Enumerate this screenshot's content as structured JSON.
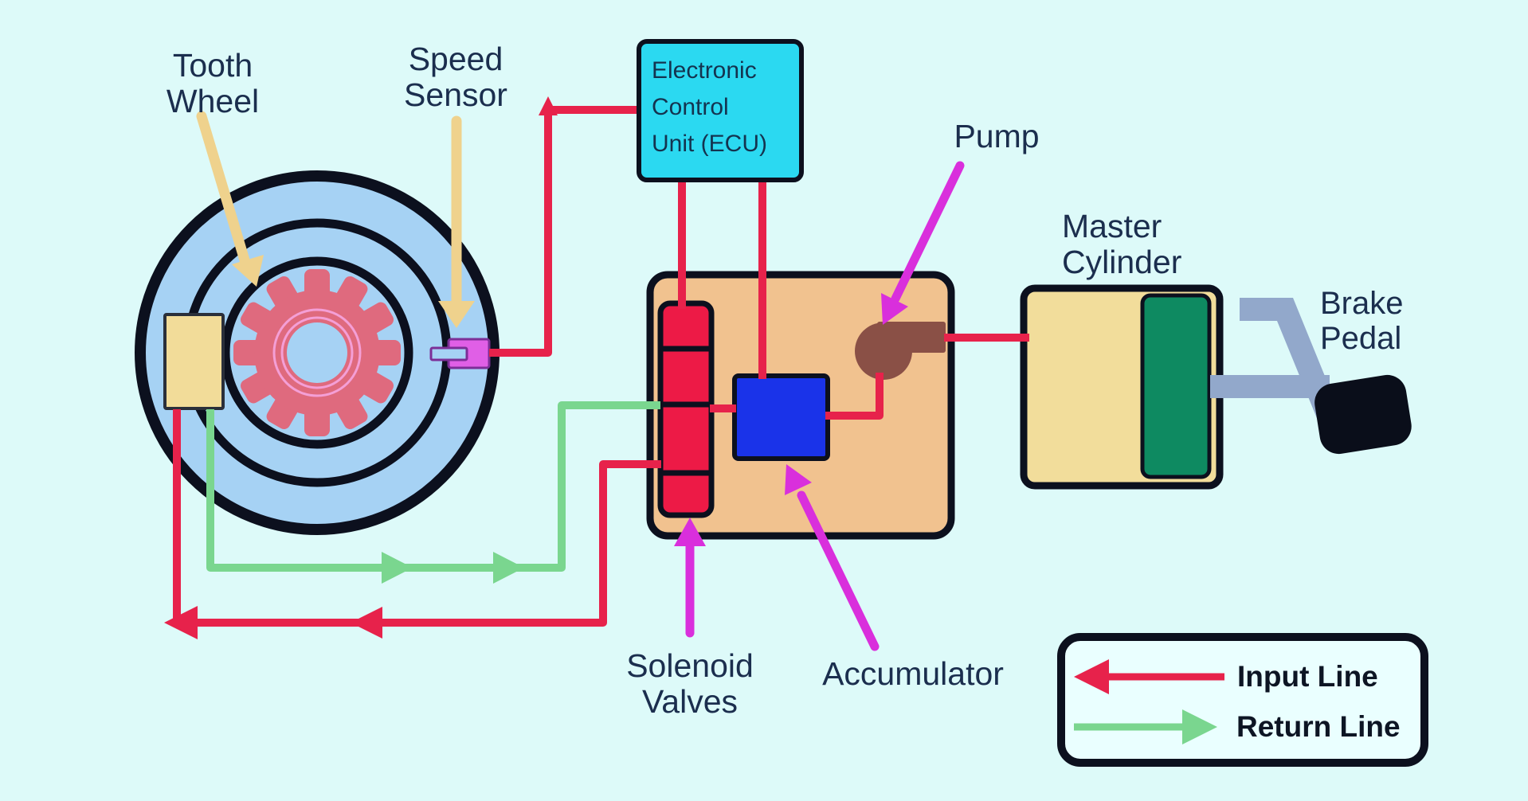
{
  "scene": {
    "background": "#DDFAF9",
    "description": "ABS anti-lock braking system schematic diagram"
  },
  "labels": {
    "tooth_wheel": {
      "line1": "Tooth",
      "line2": "Wheel"
    },
    "speed_sensor": {
      "line1": "Speed",
      "line2": "Sensor"
    },
    "ecu": {
      "line1": "Electronic",
      "line2": "Control",
      "line3": "Unit (ECU)"
    },
    "pump": "Pump",
    "master_cylinder": {
      "line1": "Master",
      "line2": "Cylinder"
    },
    "brake_pedal": {
      "line1": "Brake",
      "line2": "Pedal"
    },
    "solenoid_valves": {
      "line1": "Solenoid",
      "line2": "Valves"
    },
    "accumulator": "Accumulator"
  },
  "legend": {
    "items": [
      {
        "label": "Input Line",
        "color": "#E7224B",
        "direction": "left"
      },
      {
        "label": "Return Line",
        "color": "#7AD68F",
        "direction": "right"
      }
    ]
  },
  "colors": {
    "background": "#DDFAF9",
    "input_line_red": "#E7224B",
    "return_line_green": "#7AD68F",
    "pointer_tan": "#EFD28D",
    "pointer_magenta": "#D92FDC",
    "wheel_fill": "#A6D2F4",
    "outline_black": "#0C101E",
    "gear_rose": "#DF6A7E",
    "gear_ring_pink": "#F49FD6",
    "caliper_tan": "#F2DC99",
    "sensor_magenta": "#E05FE6",
    "sensor_border_purple": "#7C2F97",
    "ecu_cyan": "#2BD9F1",
    "hydraulic_unit_tan": "#F1C28F",
    "solenoid_red": "#ED1A46",
    "accumulator_blue": "#1A33E9",
    "pump_brown": "#8A5046",
    "master_cylinder_tan": "#F2DD9B",
    "master_cylinder_green": "#0E8A61",
    "pedal_steel_blue": "#92A8CB",
    "label_navy": "#1B2E4E",
    "legend_fill": "#EAFFFF"
  }
}
